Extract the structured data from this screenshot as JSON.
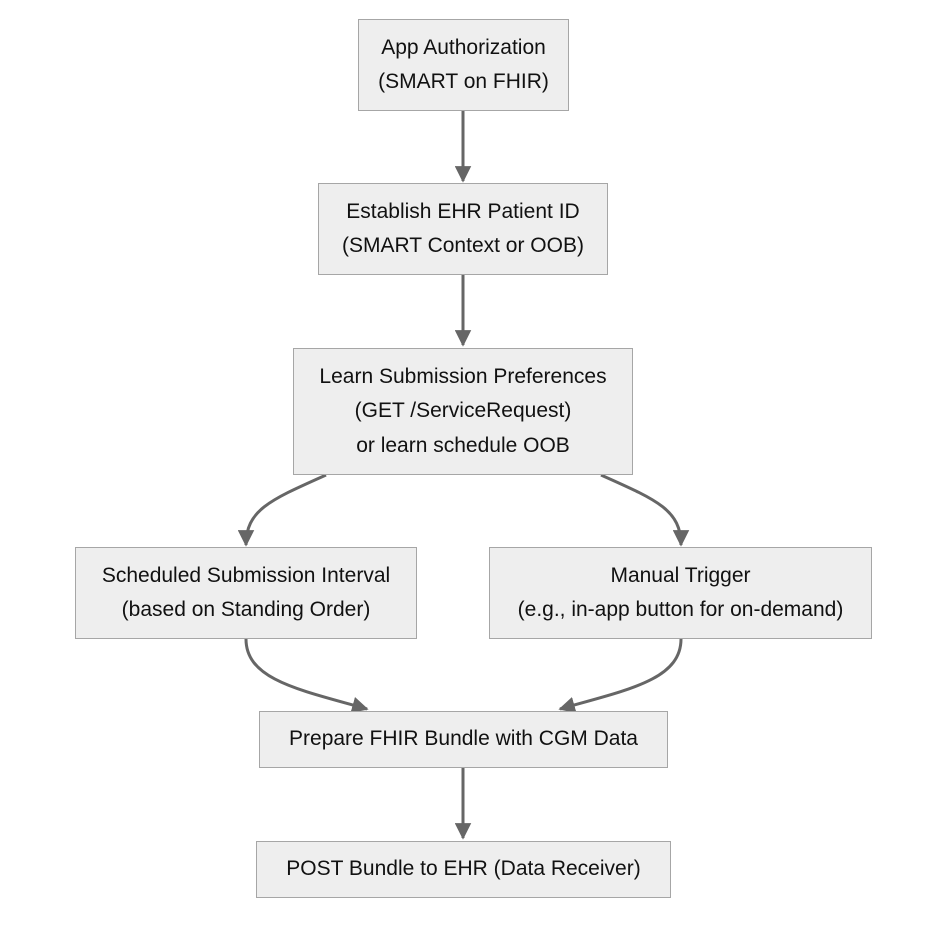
{
  "nodes": {
    "auth": {
      "line1": "App Authorization",
      "line2": "(SMART on FHIR)"
    },
    "patient_id": {
      "line1": "Establish EHR Patient ID",
      "line2": "(SMART Context or OOB)"
    },
    "preferences": {
      "line1": "Learn Submission Preferences",
      "line2": "(GET /ServiceRequest)",
      "line3": "or learn schedule OOB"
    },
    "scheduled": {
      "line1": "Scheduled Submission Interval",
      "line2": "(based on Standing Order)"
    },
    "manual": {
      "line1": "Manual Trigger",
      "line2": "(e.g., in-app button for on-demand)"
    },
    "prepare": {
      "line1": "Prepare FHIR Bundle with CGM Data"
    },
    "post": {
      "line1": "POST Bundle to EHR (Data Receiver)"
    }
  },
  "edges": [
    {
      "from": "auth",
      "to": "patient_id"
    },
    {
      "from": "patient_id",
      "to": "preferences"
    },
    {
      "from": "preferences",
      "to": "scheduled"
    },
    {
      "from": "preferences",
      "to": "manual"
    },
    {
      "from": "scheduled",
      "to": "prepare"
    },
    {
      "from": "manual",
      "to": "prepare"
    },
    {
      "from": "prepare",
      "to": "post"
    }
  ],
  "colors": {
    "node_fill": "#eeeeee",
    "node_border": "#a6a6a6",
    "edge": "#666666",
    "text": "#111111"
  }
}
